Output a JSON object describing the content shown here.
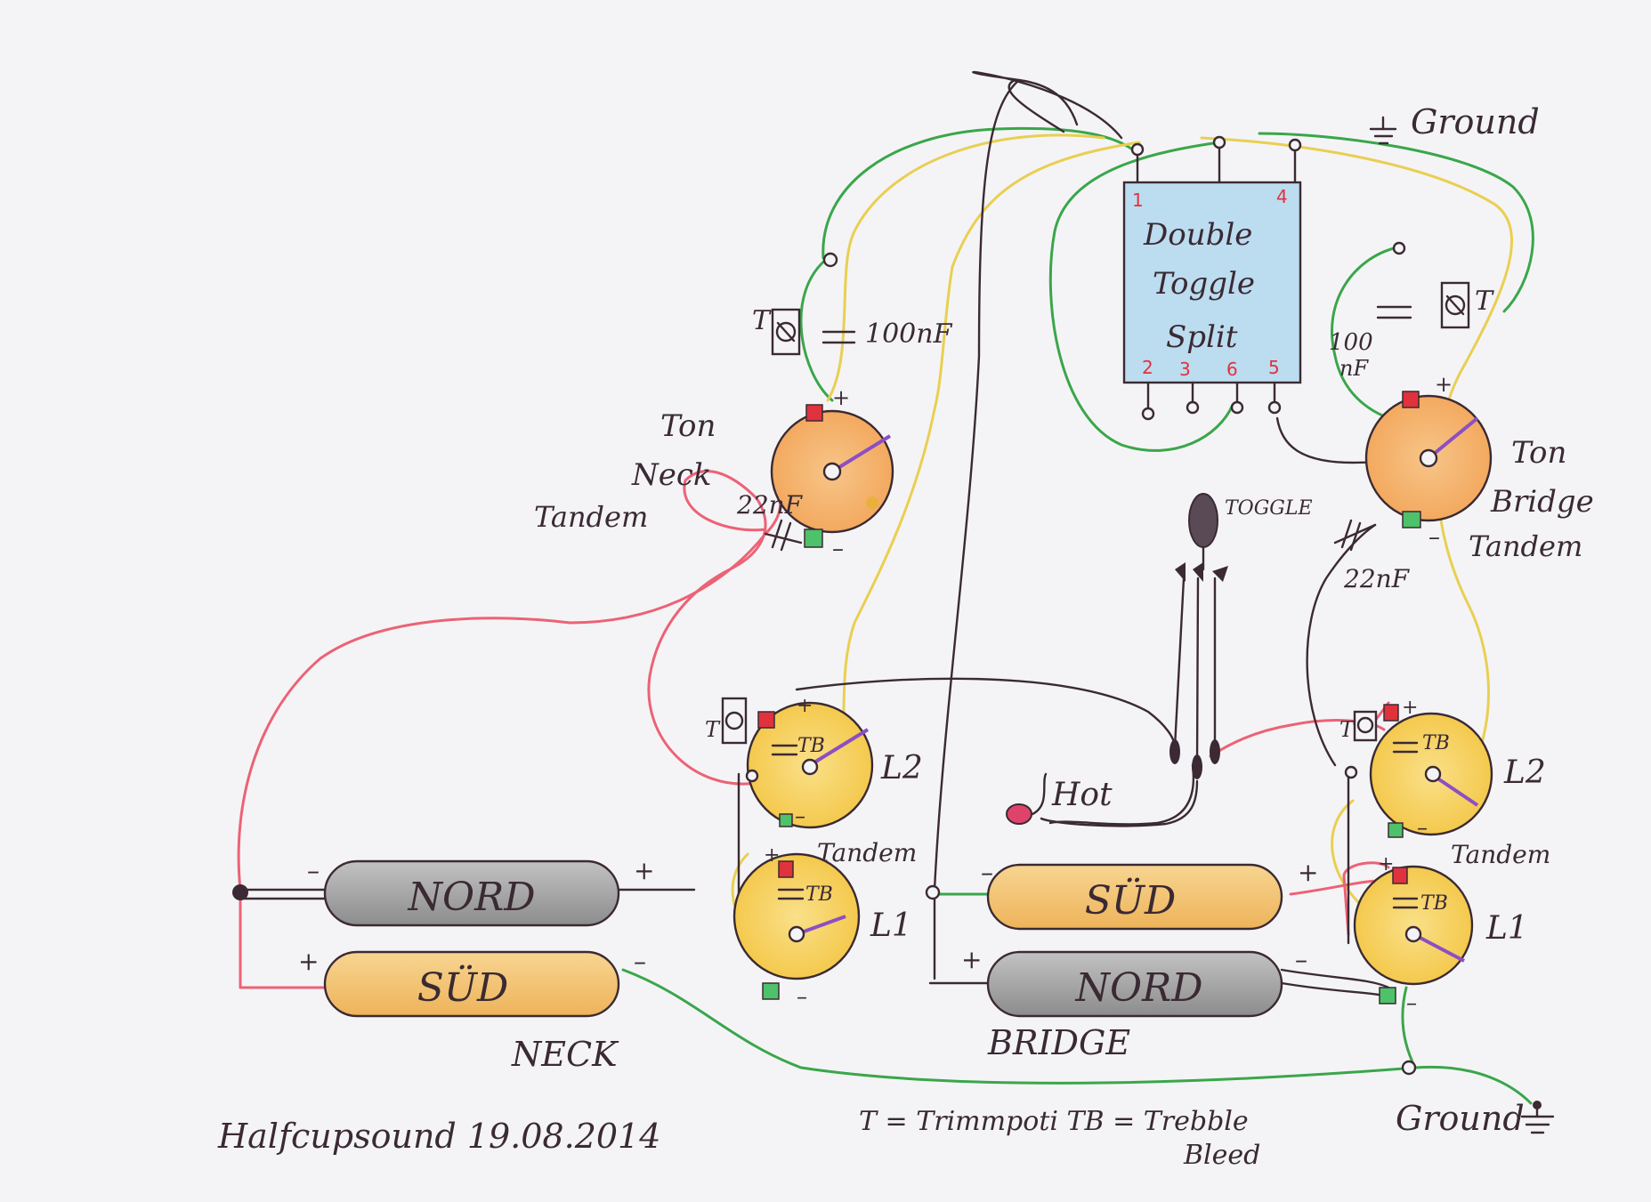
{
  "colors": {
    "background": "#f4f4f6",
    "ink": "#3b2a33",
    "green_wire": "#3aa64a",
    "red_wire": "#ec6276",
    "yellow_wire": "#e9cf52",
    "pot_orange": "#f6b877",
    "pot_yellow": "#f8d86a",
    "pickup_grey": "#a7a7a7",
    "pickup_yellow": "#f2c46f",
    "switch_blue": "#bcdcf0",
    "pin_red": "#e0323c"
  },
  "toggle_switch": {
    "label_lines": [
      "Double",
      "Toggle",
      "Split"
    ],
    "pin_top_left": "1",
    "pin_top_right": "4",
    "pins_bottom": [
      "2",
      "3",
      "6",
      "5"
    ]
  },
  "labels": {
    "ground_top": "Ground",
    "ground_bottom": "Ground",
    "neck_cap": "100nF",
    "bridge_cap_line1": "100",
    "bridge_cap_line2": "nF",
    "trim_left": "T",
    "trim_right": "T",
    "tone_neck_lines": [
      "Ton",
      "Neck",
      "Tandem"
    ],
    "tone_bridge_lines": [
      "Ton",
      "Bridge",
      "Tandem"
    ],
    "cap_22_left": "22nF",
    "cap_22_right": "22nF",
    "toggle": "TOGGLE",
    "hot": "Hot",
    "tb": "TB",
    "l2": "L2",
    "l1": "L1",
    "tandem": "Tandem",
    "plus": "+",
    "minus": "–",
    "neck": "NECK",
    "bridge": "BRIDGE",
    "signature": "Halfcupsound 19.08.2014",
    "legend_line1": "T = Trimmpoti  TB = Trebble",
    "legend_line2": "Bleed"
  },
  "pickups": {
    "neck_nord": "NORD",
    "neck_sud": "SÜD",
    "bridge_sud": "SÜD",
    "bridge_nord": "NORD"
  }
}
